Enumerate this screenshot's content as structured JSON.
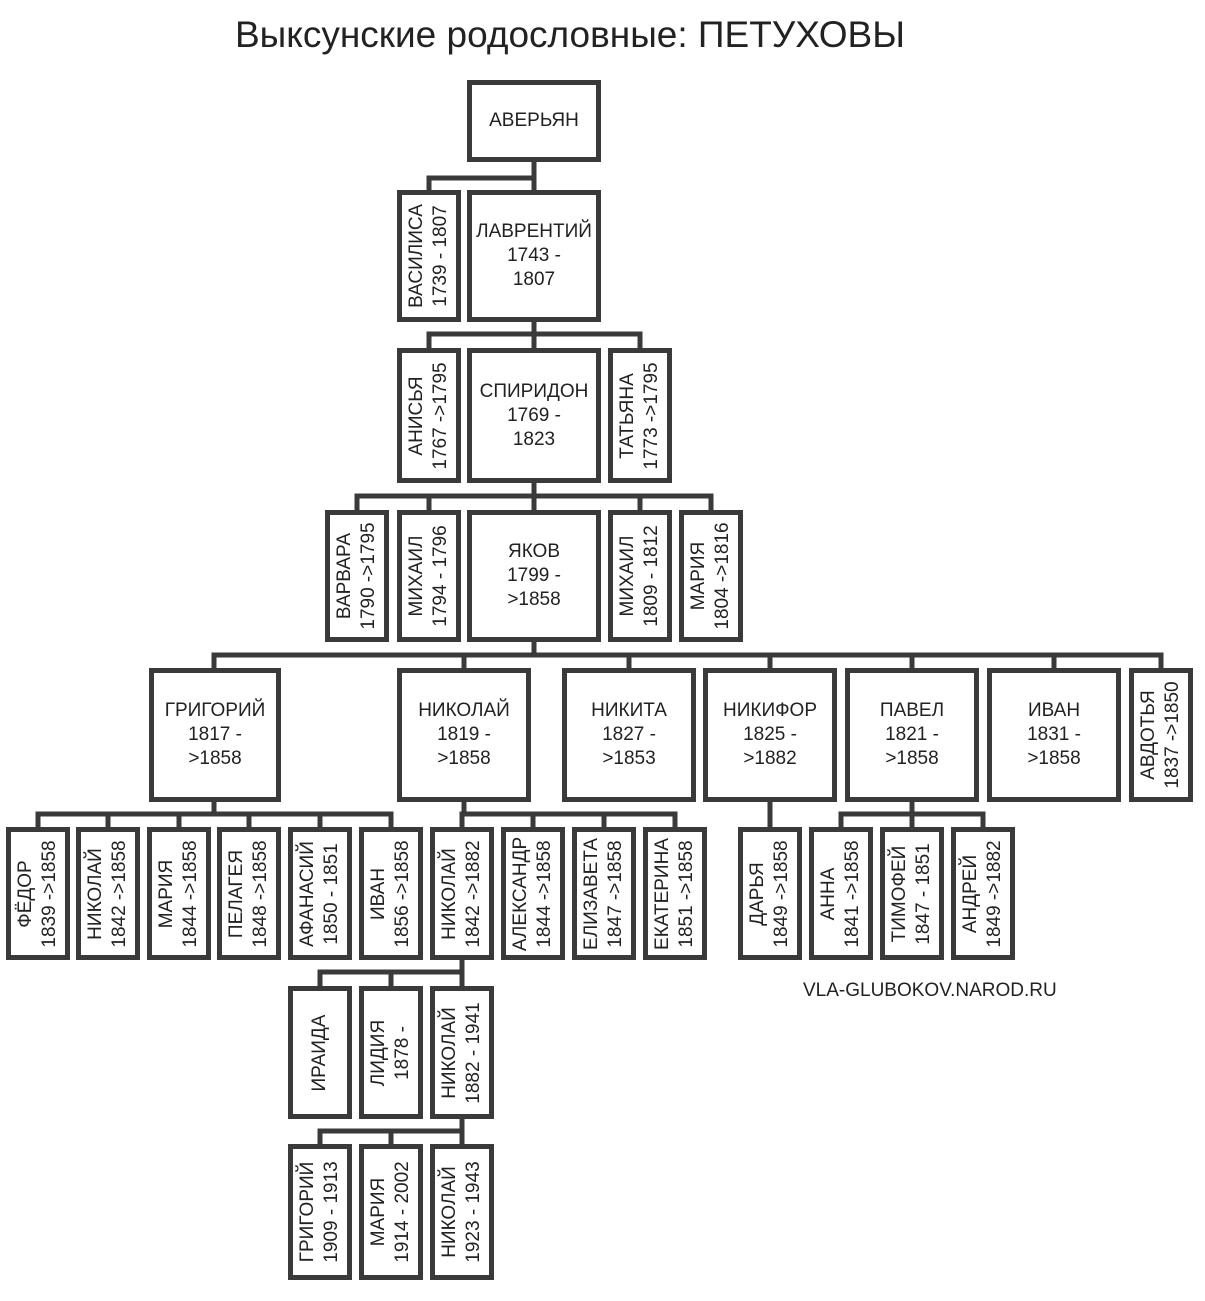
{
  "title": "Выксунские родословные: ПЕТУХОВЫ",
  "website": "VLA-GLUBOKOV.NAROD.RU",
  "people": {
    "averyan": {
      "name": "АВЕРЬЯН"
    },
    "vasilisa": {
      "name": "ВАСИЛИСА",
      "dates": "1739 - 1807"
    },
    "lavrentiy": {
      "name": "ЛАВРЕНТИЙ",
      "d1": "1743 -",
      "d2": "1807"
    },
    "anisya": {
      "name": "АНИСЬЯ",
      "dates": "1767 ->1795"
    },
    "spiridon": {
      "name": "СПИРИДОН",
      "d1": "1769 -",
      "d2": "1823"
    },
    "tatyana": {
      "name": "ТАТЬЯНА",
      "dates": "1773 ->1795"
    },
    "varvara": {
      "name": "ВАРВАРА",
      "dates": "1790 ->1795"
    },
    "mikhail1794": {
      "name": "МИХАИЛ",
      "dates": "1794 - 1796"
    },
    "yakov": {
      "name": "ЯКОВ",
      "d1": "1799 -",
      "d2": ">1858"
    },
    "mikhail1809": {
      "name": "МИХАИЛ",
      "dates": "1809 - 1812"
    },
    "mariya1804": {
      "name": "МАРИЯ",
      "dates": "1804 ->1816"
    },
    "grigoriy1817": {
      "name": "ГРИГОРИЙ",
      "d1": "1817 -",
      "d2": ">1858"
    },
    "nikolay1819": {
      "name": "НИКОЛАЙ",
      "d1": "1819 -",
      "d2": ">1858"
    },
    "nikita": {
      "name": "НИКИТА",
      "d1": "1827 -",
      "d2": ">1853"
    },
    "nikifor": {
      "name": "НИКИФОР",
      "d1": "1825 -",
      "d2": ">1882"
    },
    "pavel": {
      "name": "ПАВЕЛ",
      "d1": "1821 -",
      "d2": ">1858"
    },
    "ivan1831": {
      "name": "ИВАН",
      "d1": "1831 -",
      "d2": ">1858"
    },
    "avdotya": {
      "name": "АВДОТЬЯ",
      "dates": "1837 ->1850"
    },
    "fedor": {
      "name": "ФЁДОР",
      "dates": "1839 ->1858"
    },
    "nikolay1842a": {
      "name": "НИКОЛАЙ",
      "dates": "1842 ->1858"
    },
    "mariya1844": {
      "name": "МАРИЯ",
      "dates": "1844 ->1858"
    },
    "pelageya": {
      "name": "ПЕЛАГЕЯ",
      "dates": "1848 ->1858"
    },
    "afanasiy": {
      "name": "АФАНАСИЙ",
      "dates": "1850 - 1851"
    },
    "ivan1856": {
      "name": "ИВАН",
      "dates": "1856 ->1858"
    },
    "nikolay1842b": {
      "name": "НИКОЛАЙ",
      "dates": "1842 ->1882"
    },
    "aleksandr": {
      "name": "АЛЕКСАНДР",
      "dates": "1844 ->1858"
    },
    "elizaveta": {
      "name": "ЕЛИЗАВЕТА",
      "dates": "1847 ->1858"
    },
    "ekaterina": {
      "name": "ЕКАТЕРИНА",
      "dates": "1851 ->1858"
    },
    "darya": {
      "name": "ДАРЬЯ",
      "dates": "1849 ->1858"
    },
    "anna": {
      "name": "АННА",
      "dates": "1841 ->1858"
    },
    "timofey": {
      "name": "ТИМОФЕЙ",
      "dates": "1847 - 1851"
    },
    "andrey": {
      "name": "АНДРЕЙ",
      "dates": "1849 ->1882"
    },
    "iraida": {
      "name": "ИРАИДА"
    },
    "lidiya": {
      "name": "ЛИДИЯ",
      "dates": "1878 -"
    },
    "nikolay1882": {
      "name": "НИКОЛАЙ",
      "dates": "1882 - 1941"
    },
    "grigoriy1909": {
      "name": "ГРИГОРИЙ",
      "dates": "1909 - 1913"
    },
    "mariya1914": {
      "name": "МАРИЯ",
      "dates": "1914 - 2002"
    },
    "nikolay1923": {
      "name": "НИКОЛАЙ",
      "dates": "1923 - 1943"
    }
  }
}
